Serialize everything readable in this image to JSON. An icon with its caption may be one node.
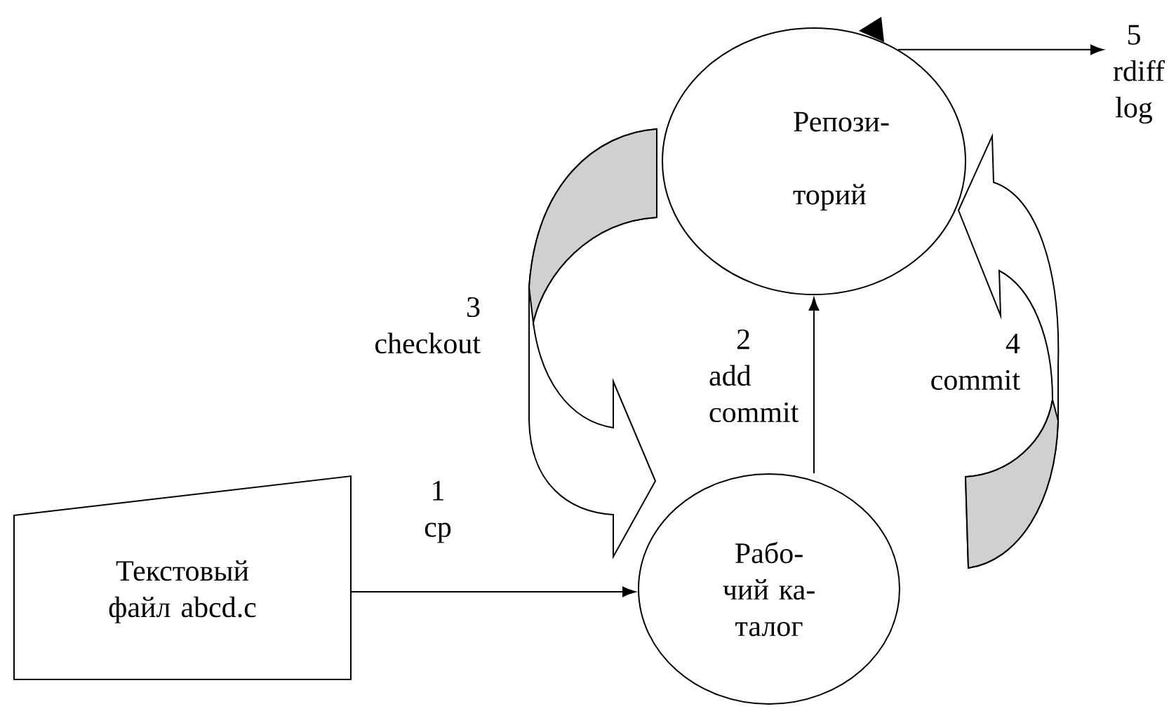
{
  "diagram": {
    "nodes": [
      {
        "text": [
          "Репози- торий"
        ]
      },
      {
        "text": [
          "Рабо- чий ка- талог"
        ]
      },
      {
        "text": [
          "Текстовый файл abcd.c"
        ]
      }
    ],
    "edges": [
      {
        "from": 2,
        "to": 1,
        "arrow": "to",
        "label": "1 cp"
      },
      {
        "from": 1,
        "to": 0,
        "arrow": "to",
        "label": "2 add commit"
      },
      {
        "from": 0,
        "to": 1,
        "arrow": "to",
        "label": "3 checkout"
      },
      {
        "from": 1,
        "to": 0,
        "arrow": "to",
        "label": "4 commit"
      },
      {
        "from": 0,
        "to": null,
        "arrow": "to",
        "label": "5 rdiff log"
      }
    ]
  }
}
